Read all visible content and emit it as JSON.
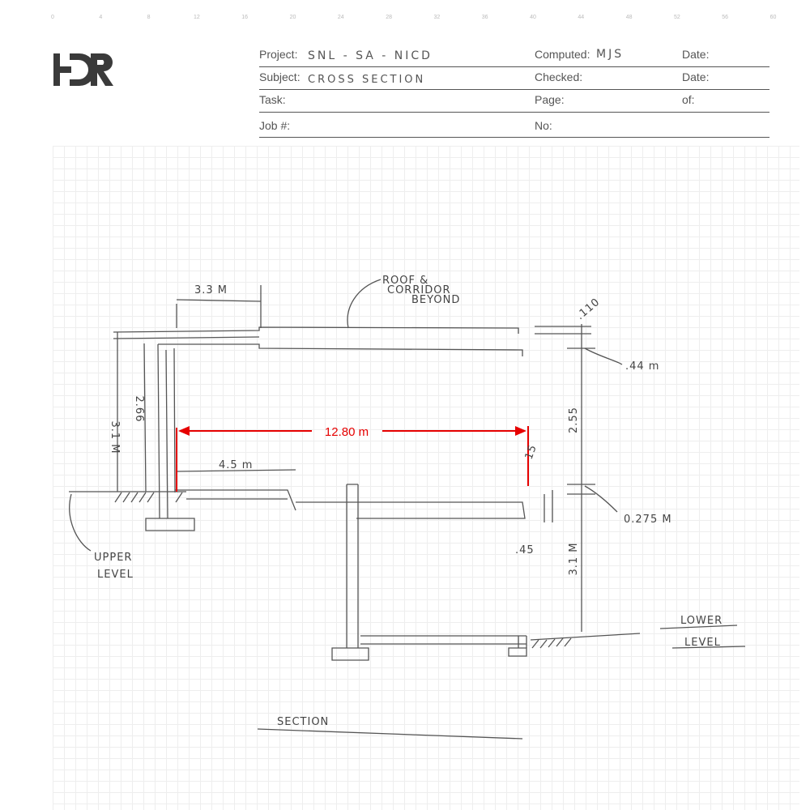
{
  "ruler": {
    "ticks": [
      "0",
      "4",
      "8",
      "12",
      "16",
      "20",
      "24",
      "28",
      "32",
      "36",
      "40",
      "44",
      "48",
      "52",
      "56",
      "60"
    ]
  },
  "logo": {
    "text": "HDR"
  },
  "title_block": {
    "project_label": "Project:",
    "project_value": "SNL - SA - NICD",
    "computed_label": "Computed:",
    "computed_value": "MJS",
    "date_label_1": "Date:",
    "subject_label": "Subject:",
    "subject_value": "CROSS SECTION",
    "checked_label": "Checked:",
    "date_label_2": "Date:",
    "task_label": "Task:",
    "page_label": "Page:",
    "of_label": "of:",
    "job_label": "Job #:",
    "no_label": "No:"
  },
  "drawing": {
    "dim_top_width": "3.3 M",
    "roof_note_1": "ROOF &",
    "roof_note_2": "CORRIDOR",
    "roof_note_3": "BEYOND",
    "dim_roof_thk": ".110",
    "dim_roof_depth": ".44 m",
    "dim_right_height": "2.55",
    "dim_left_height": "3.1 M",
    "dim_left_inner": "2.66",
    "dim_span": "12.80 m",
    "dim_upper_slab": "4.5 m",
    "dim_small": "15",
    "dim_slab_thk": ".45",
    "dim_step": "0.275 M",
    "dim_lower_height": "3.1 M",
    "upper_level_1": "UPPER",
    "upper_level_2": "LEVEL",
    "lower_level_1": "LOWER",
    "lower_level_2": "LEVEL",
    "section_title": "SECTION"
  },
  "colors": {
    "annotation": "#e60000",
    "pencil": "#555555"
  }
}
